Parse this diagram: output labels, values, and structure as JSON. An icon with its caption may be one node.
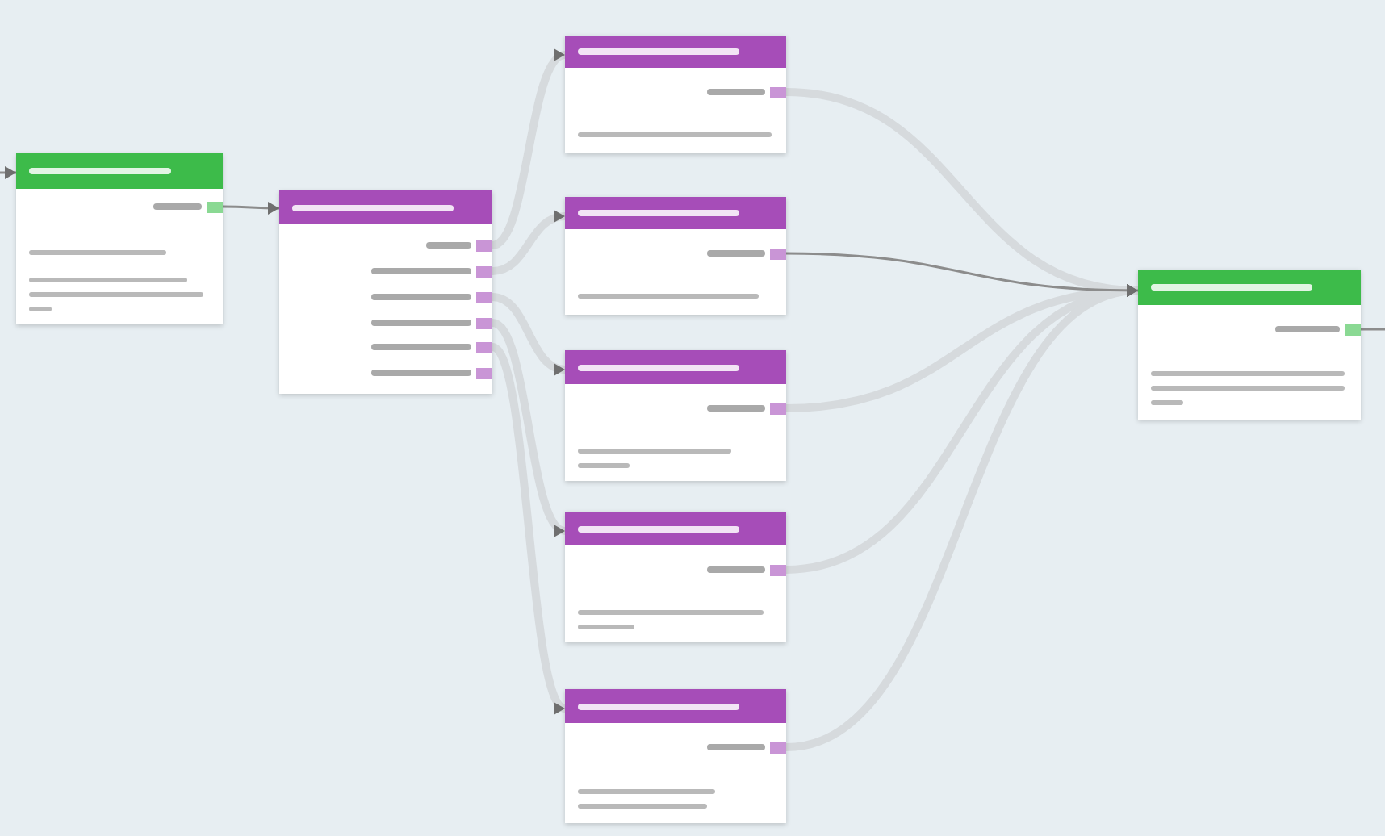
{
  "diagram": {
    "nodes": [
      {
        "text": [],
        "shape": "box"
      },
      {
        "text": [],
        "shape": "box"
      },
      {
        "text": [],
        "shape": "box"
      },
      {
        "text": [],
        "shape": "box"
      },
      {
        "text": [],
        "shape": "box"
      },
      {
        "text": [],
        "shape": "box"
      },
      {
        "text": [],
        "shape": "box"
      },
      {
        "text": [],
        "shape": "box"
      }
    ],
    "edges": [
      {
        "from": null,
        "to": 0,
        "arrow": "to",
        "color": "#8c8c8c"
      },
      {
        "from": 0,
        "to": 1,
        "arrow": "to",
        "color": "#8c8c8c"
      },
      {
        "from": 1,
        "to": 2,
        "arrow": "to"
      },
      {
        "from": 1,
        "to": 3,
        "arrow": "to"
      },
      {
        "from": 1,
        "to": 4,
        "arrow": "to"
      },
      {
        "from": 1,
        "to": 5,
        "arrow": "to"
      },
      {
        "from": 1,
        "to": 6,
        "arrow": "to"
      },
      {
        "from": 2,
        "to": 7,
        "arrow": "to"
      },
      {
        "from": 3,
        "to": 7,
        "arrow": "to",
        "color": "#8c8c8c"
      },
      {
        "from": 4,
        "to": 7,
        "arrow": "to"
      },
      {
        "from": 5,
        "to": 7,
        "arrow": "to"
      },
      {
        "from": 6,
        "to": 7,
        "arrow": "to"
      },
      {
        "from": 7,
        "to": null,
        "arrow": "none",
        "color": "#8c8c8c"
      }
    ]
  }
}
